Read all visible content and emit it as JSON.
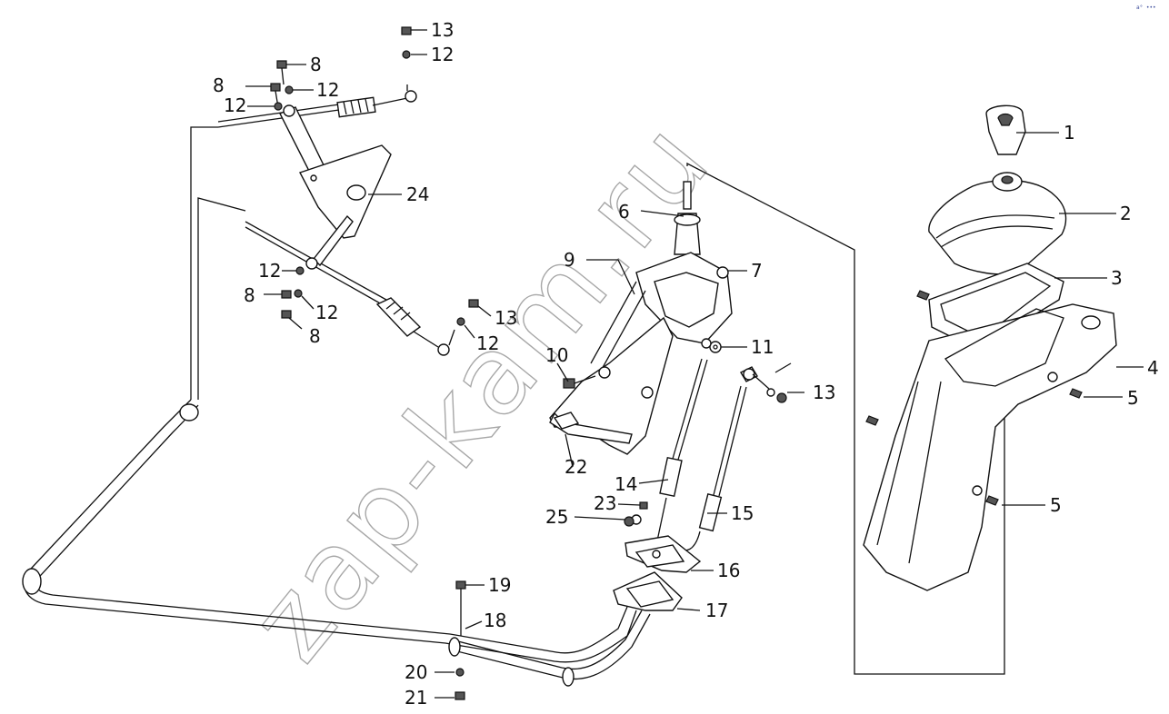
{
  "watermark": "zap-kam.ru",
  "corner_mark": "a° •••",
  "callouts": [
    "1",
    "2",
    "3",
    "4",
    "5",
    "5",
    "6",
    "7",
    "8",
    "8",
    "8",
    "8",
    "9",
    "10",
    "11",
    "12",
    "12",
    "12",
    "12",
    "12",
    "12",
    "13",
    "13",
    "13",
    "14",
    "15",
    "16",
    "17",
    "18",
    "19",
    "20",
    "21",
    "22",
    "23",
    "24",
    "25"
  ]
}
